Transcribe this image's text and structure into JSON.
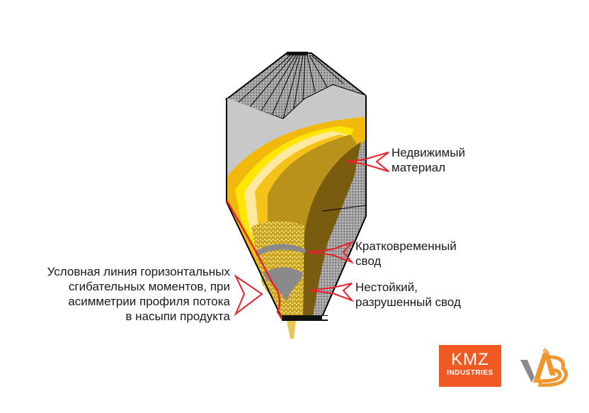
{
  "labels": {
    "immobile": [
      "Недвижимый",
      "материал"
    ],
    "temporary_arch": [
      "Кратковременный",
      "свод"
    ],
    "unstable_arch": [
      "Нестойкий,",
      "разрушенный свод"
    ],
    "bending_line": [
      "Условная линия горизонтальных",
      "сгибательных моментов, при",
      "асимметрии профиля потока",
      "в насыпи продукта"
    ]
  },
  "logos": {
    "kmz": {
      "line1": "KMZ",
      "line2": "INDUSTRIES",
      "color": "#f05a22"
    },
    "vab": {
      "text": "VAB",
      "color": "#f0962e"
    }
  },
  "colors": {
    "arrow": "#e8202a",
    "stagnant": "#7a5c10",
    "flow": "#b8921a",
    "gray": "#c8c8c8"
  }
}
